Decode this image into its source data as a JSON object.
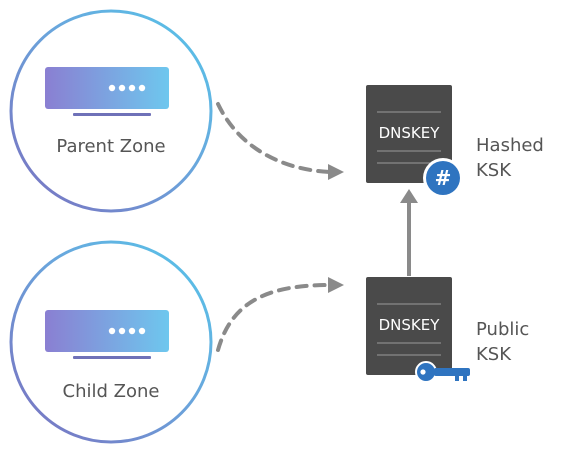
{
  "parent_zone": {
    "label": "Parent Zone",
    "icon": "server-icon"
  },
  "child_zone": {
    "label": "Child Zone",
    "icon": "server-icon"
  },
  "hashed_record": {
    "title": "DNSKEY",
    "label_line1": "Hashed",
    "label_line2": "KSK",
    "badge_icon": "hash-icon",
    "badge_glyph": "#"
  },
  "public_record": {
    "title": "DNSKEY",
    "label_line1": "Public",
    "label_line2": "KSK",
    "badge_icon": "key-icon"
  },
  "colors": {
    "ring_gradient_start": "#7a7fc6",
    "ring_gradient_end": "#4fc3e8",
    "server_gradient_start": "#8b86d6",
    "server_gradient_end": "#6ec6ec",
    "document": "#4a4a4a",
    "arrow": "#8a8a8a",
    "badge_blue": "#2f74c0",
    "label_text": "#555555"
  }
}
